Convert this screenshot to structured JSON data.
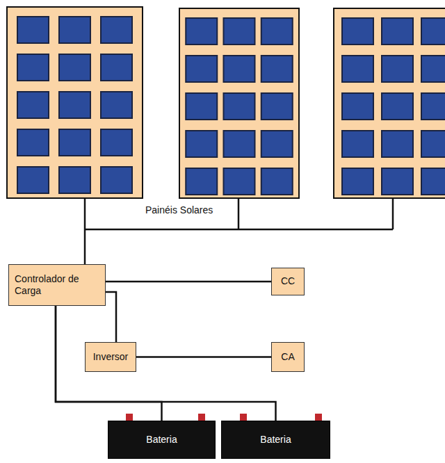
{
  "diagram": {
    "nodes": [
      {
        "text": [
          "Controlador de Carga"
        ]
      },
      {
        "text": [
          "CC"
        ]
      },
      {
        "text": [
          "Inversor"
        ]
      },
      {
        "text": [
          "CA"
        ]
      },
      {
        "text": [
          "Bateria"
        ]
      },
      {
        "text": [
          "Bateria"
        ]
      }
    ],
    "edges": [
      {
        "from": 0,
        "to": 1,
        "arrow": "none"
      },
      {
        "from": 0,
        "to": 2,
        "arrow": "none"
      },
      {
        "from": 2,
        "to": 3,
        "arrow": "none"
      },
      {
        "from": 0,
        "to": 4,
        "arrow": "none"
      },
      {
        "from": 0,
        "to": 5,
        "arrow": "none"
      }
    ],
    "labels": [
      "Painéis Solares"
    ]
  }
}
